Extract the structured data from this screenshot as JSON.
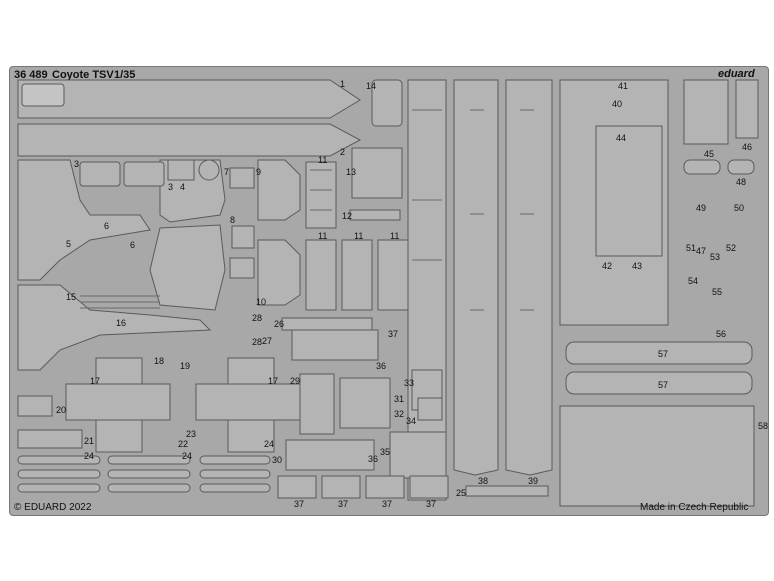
{
  "sheet": {
    "number": "36 489",
    "title": "Coyote TSV",
    "scale": "1/35",
    "brand": "eduard",
    "copyright": "© EDUARD 2022",
    "origin": "Made in Czech Republic"
  },
  "part_labels": [
    "1",
    "2",
    "3",
    "3",
    "4",
    "5",
    "6",
    "6",
    "7",
    "8",
    "9",
    "10",
    "11",
    "11",
    "11",
    "11",
    "12",
    "13",
    "14",
    "15",
    "16",
    "17",
    "17",
    "18",
    "19",
    "20",
    "21",
    "22",
    "23",
    "24",
    "24",
    "24",
    "25",
    "26",
    "27",
    "28",
    "28",
    "29",
    "30",
    "31",
    "32",
    "33",
    "34",
    "35",
    "36",
    "36",
    "37",
    "37",
    "37",
    "37",
    "37",
    "38",
    "39",
    "40",
    "41",
    "42",
    "43",
    "44",
    "45",
    "46",
    "47",
    "48",
    "49",
    "50",
    "51",
    "52",
    "53",
    "54",
    "55",
    "56",
    "57",
    "57",
    "58"
  ]
}
